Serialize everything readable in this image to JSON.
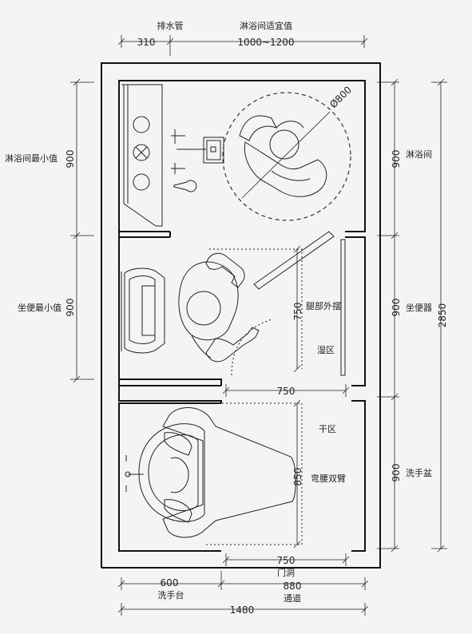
{
  "top": {
    "drain_label": "排水管",
    "drain_value": "310",
    "shower_label": "淋浴间适宜值",
    "shower_value": "1000~1200"
  },
  "left": {
    "shower_min_label": "淋浴间最小值",
    "shower_min_value": "900",
    "toilet_min_label": "坐便最小值",
    "toilet_min_value": "900"
  },
  "right": {
    "shower_label": "淋浴间",
    "shower_value": "900",
    "toilet_label": "坐便器",
    "toilet_value": "900",
    "basin_label": "洗手盆",
    "basin_value": "900",
    "total_value": "2850"
  },
  "plan": {
    "circle_label": "Ø800",
    "leg_label": "腿部外摆",
    "leg_value": "750",
    "wet_label": "湿区",
    "toilet_width": "750",
    "dry_label": "干区",
    "elbow_label": "弯腰双臂",
    "elbow_value": "850"
  },
  "bottom": {
    "door_value": "750",
    "door_label": "门洞",
    "vanity_value": "600",
    "vanity_label": "洗手台",
    "aisle_value": "880",
    "aisle_label": "通道",
    "total_value": "1480"
  }
}
